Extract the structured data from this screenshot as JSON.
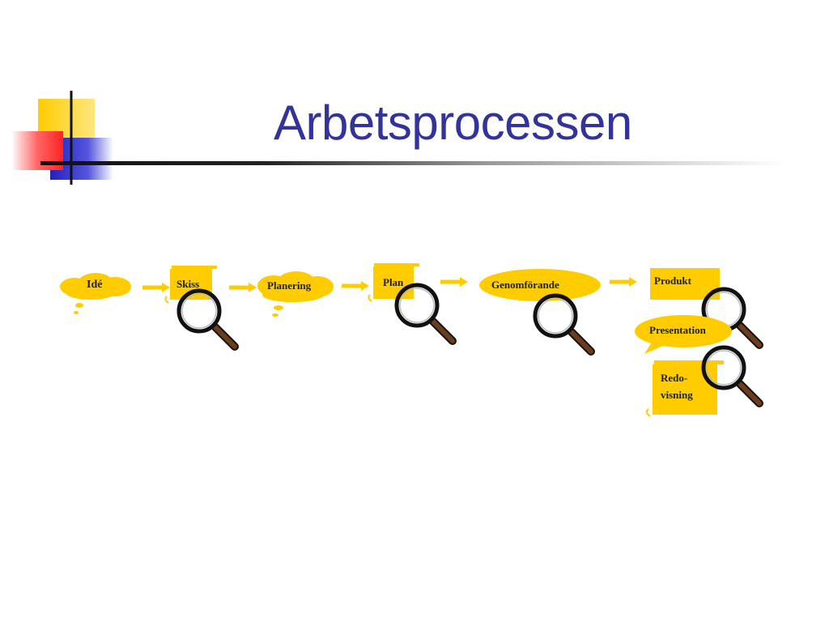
{
  "title": "Arbetsprocessen",
  "colors": {
    "title": "#333399",
    "shape_fill": "#ffcc00",
    "arrow": "#ffcc00",
    "deco_yellow": "#ffcc00",
    "deco_red": "#ff3333",
    "deco_blue": "#3333cc",
    "magnifier_handle": "#6b3d1e"
  },
  "steps": [
    {
      "id": "ide",
      "label": "Idé",
      "shape": "cloud"
    },
    {
      "id": "skiss",
      "label": "Skiss",
      "shape": "document"
    },
    {
      "id": "planering",
      "label": "Planering",
      "shape": "cloud"
    },
    {
      "id": "plan",
      "label": "Plan",
      "shape": "document"
    },
    {
      "id": "genomforande",
      "label": "Genomförande",
      "shape": "ellipse"
    },
    {
      "id": "produkt",
      "label": "Produkt",
      "shape": "rectangle"
    },
    {
      "id": "presentation",
      "label": "Presentation",
      "shape": "speech-bubble"
    },
    {
      "id": "redovisning",
      "label_line1": "Redo-",
      "label_line2": "visning",
      "shape": "document"
    }
  ],
  "icons": [
    "magnifier-icon",
    "arrow-right-icon",
    "cloud-icon",
    "scroll-icon"
  ]
}
